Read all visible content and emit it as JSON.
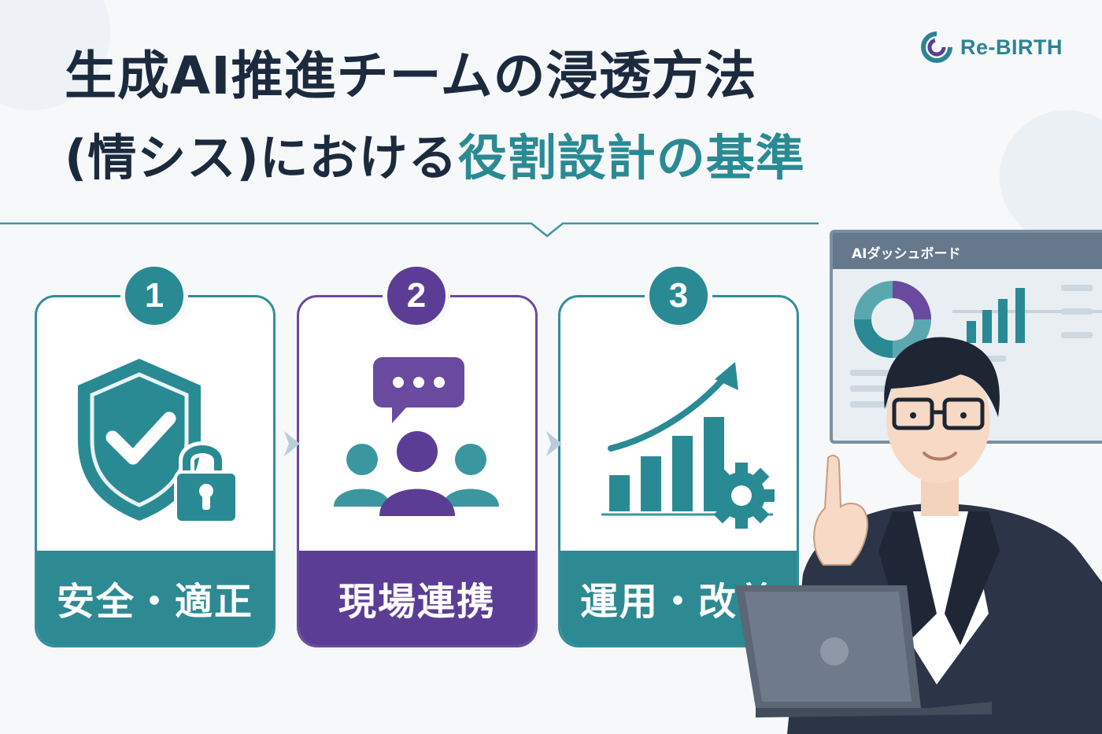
{
  "brand": {
    "name": "Re-BIRTH",
    "color": "#2b8496"
  },
  "title": {
    "line1": "生成AI推進チームの浸透方法",
    "line2_prefix": "(情シス)における",
    "line2_highlight": "役割設計の基準"
  },
  "colors": {
    "teal": "#2a8a93",
    "purple": "#5c3d96",
    "navy": "#1c2a3e"
  },
  "steps": [
    {
      "number": "1",
      "label": "安全・適正",
      "icon": "shield-check-lock-icon"
    },
    {
      "number": "2",
      "label": "現場連携",
      "icon": "team-chat-icon"
    },
    {
      "number": "3",
      "label": "運用・改善",
      "icon": "growth-chart-gear-icon"
    }
  ],
  "dashboard": {
    "title": "AIダッシュボード"
  }
}
